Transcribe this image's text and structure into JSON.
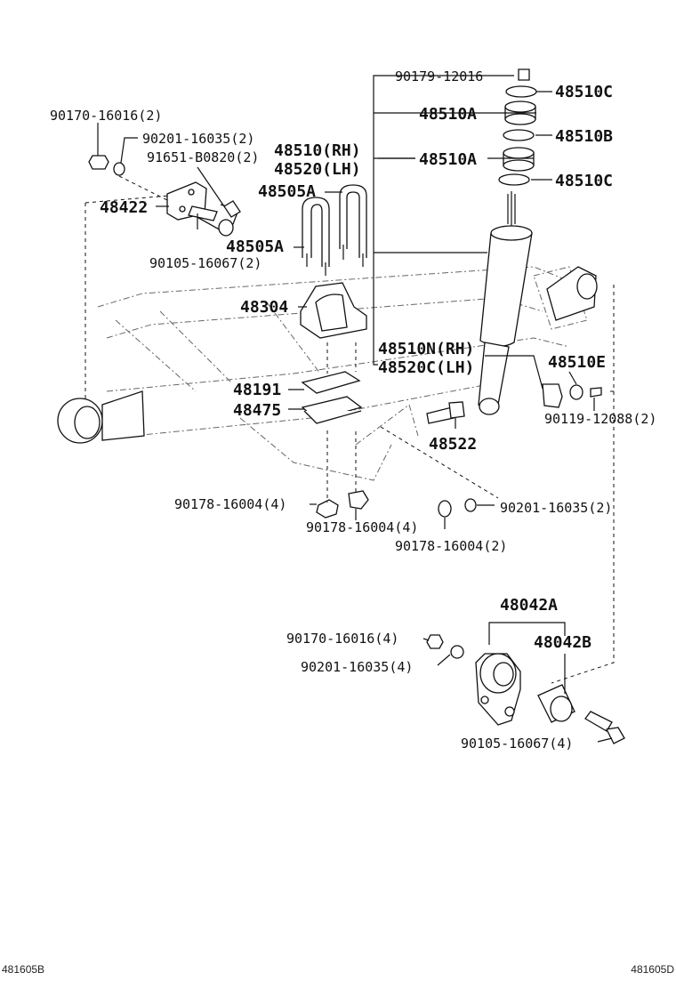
{
  "callouts": {
    "c_90179_12016": "90179-12016",
    "c_48510C_top": "48510C",
    "c_48510A_1": "48510A",
    "c_48510B": "48510B",
    "c_48510A_2": "48510A",
    "c_48510C_2": "48510C",
    "c_48510_rh": "48510(RH)",
    "c_48520_lh": "48520(LH)",
    "c_90170_16016_2": "90170-16016(2)",
    "c_90201_16035_2a": "90201-16035(2)",
    "c_91651_b0820_2": "91651-B0820(2)",
    "c_48422": "48422",
    "c_48505A_1": "48505A",
    "c_48505A_2": "48505A",
    "c_90105_16067_2": "90105-16067(2)",
    "c_48304": "48304",
    "c_48510N_rh": "48510N(RH)",
    "c_48520C_lh": "48520C(LH)",
    "c_48510E": "48510E",
    "c_90119_12088_2": "90119-12088(2)",
    "c_48191": "48191",
    "c_48475": "48475",
    "c_48522": "48522",
    "c_90178_16004_4a": "90178-16004(4)",
    "c_90178_16004_4b": "90178-16004(4)",
    "c_90201_16035_2b": "90201-16035(2)",
    "c_90178_16004_2": "90178-16004(2)",
    "c_48042A": "48042A",
    "c_48042B": "48042B",
    "c_90170_16016_4": "90170-16016(4)",
    "c_90201_16035_4": "90201-16035(4)",
    "c_90105_16067_4": "90105-16067(4)"
  },
  "footer": {
    "left_code": "481605B",
    "right_code": "481605D"
  }
}
